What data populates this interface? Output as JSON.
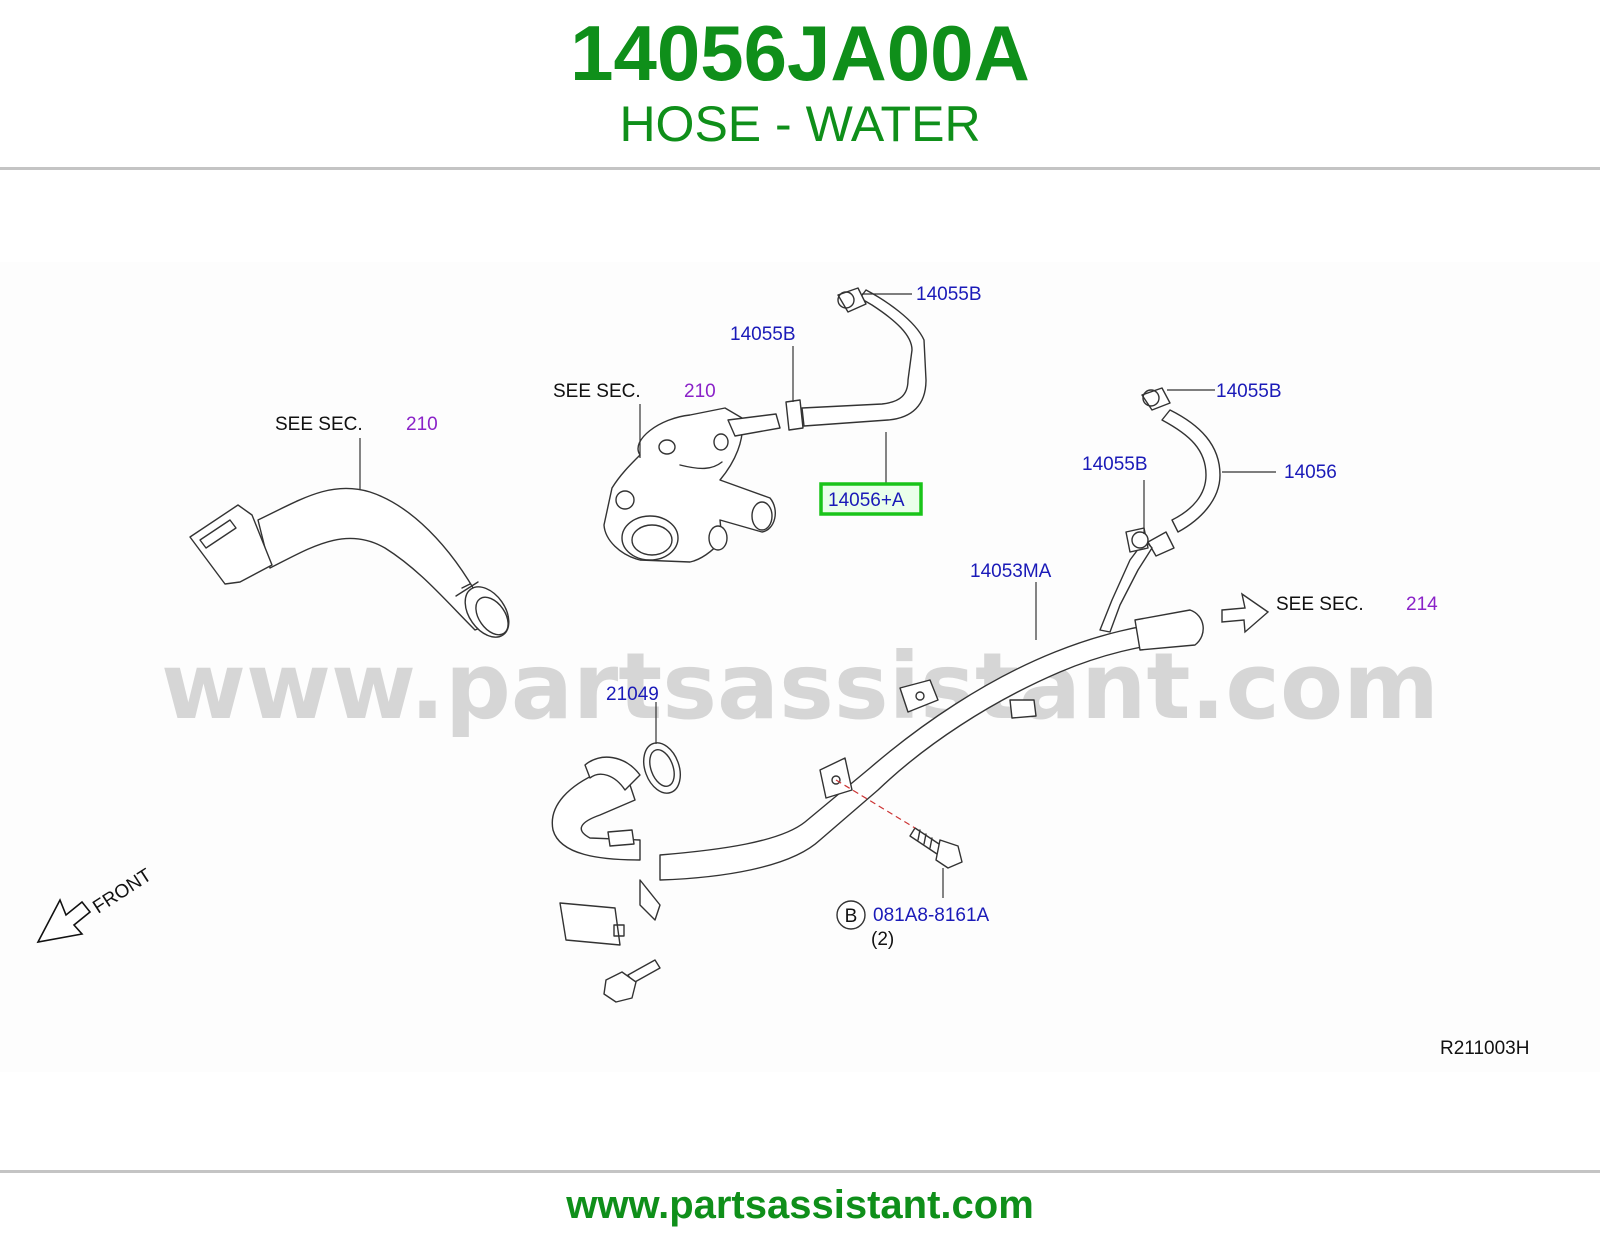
{
  "header": {
    "part_number": "14056JA00A",
    "part_name": "HOSE - WATER"
  },
  "diagram": {
    "watermark": "www.partsassistant.com",
    "see_sec_label": "SEE  SEC.",
    "see_sec_left": "210",
    "see_sec_middle": "210",
    "see_sec_right": "214",
    "callouts": {
      "clamp_top": "14055B",
      "clamp_mid": "14055B",
      "clamp_right_top": "14055B",
      "clamp_right_mid": "14055B",
      "hose_right": "14056",
      "hose_highlighted": "14056+A",
      "pipe": "14053MA",
      "gasket": "21049",
      "bolt_part": "081A8-8161A",
      "bolt_ref_letter": "B",
      "bolt_qty": "(2)"
    },
    "front_label": "FRONT",
    "drawing_code": "R211003H",
    "highlight_color": "#19c419"
  },
  "footer": {
    "url": "www.partsassistant.com"
  }
}
